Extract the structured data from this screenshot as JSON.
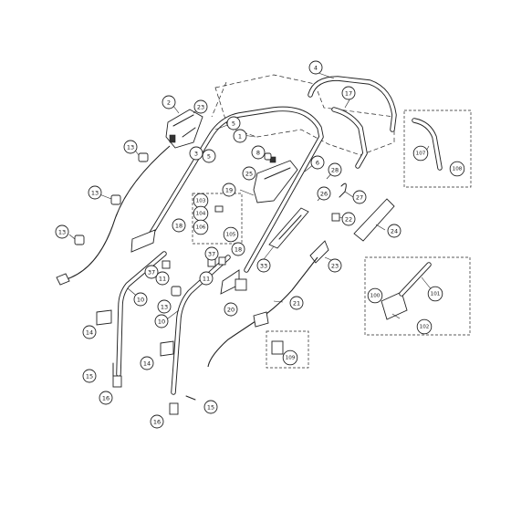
{
  "diagram": {
    "callouts": [
      {
        "id": "c-4",
        "label": "4"
      },
      {
        "id": "c-17",
        "label": "17"
      },
      {
        "id": "c-2",
        "label": "2"
      },
      {
        "id": "c-23",
        "label": "23"
      },
      {
        "id": "c-5a",
        "label": "5"
      },
      {
        "id": "c-1",
        "label": "1"
      },
      {
        "id": "c-3",
        "label": "3"
      },
      {
        "id": "c-5b",
        "label": "5"
      },
      {
        "id": "c-13a",
        "label": "13"
      },
      {
        "id": "c-8",
        "label": "8"
      },
      {
        "id": "c-6",
        "label": "6"
      },
      {
        "id": "c-28",
        "label": "28"
      },
      {
        "id": "c-25",
        "label": "25"
      },
      {
        "id": "c-13b",
        "label": "13"
      },
      {
        "id": "c-19",
        "label": "19"
      },
      {
        "id": "c-26",
        "label": "26"
      },
      {
        "id": "c-27",
        "label": "27"
      },
      {
        "id": "c-103",
        "label": "103"
      },
      {
        "id": "c-104",
        "label": "104"
      },
      {
        "id": "c-106",
        "label": "106"
      },
      {
        "id": "c-105",
        "label": "105"
      },
      {
        "id": "c-22",
        "label": "22"
      },
      {
        "id": "c-24",
        "label": "24"
      },
      {
        "id": "c-13c",
        "label": "13"
      },
      {
        "id": "c-18a",
        "label": "18"
      },
      {
        "id": "c-37a",
        "label": "37"
      },
      {
        "id": "c-18b",
        "label": "18"
      },
      {
        "id": "c-33",
        "label": "33"
      },
      {
        "id": "c-23b",
        "label": "23"
      },
      {
        "id": "c-11a",
        "label": "11"
      },
      {
        "id": "c-11b",
        "label": "11"
      },
      {
        "id": "c-37b",
        "label": "37"
      },
      {
        "id": "c-10a",
        "label": "10"
      },
      {
        "id": "c-13d",
        "label": "13"
      },
      {
        "id": "c-20",
        "label": "20"
      },
      {
        "id": "c-21",
        "label": "21"
      },
      {
        "id": "c-10b",
        "label": "10"
      },
      {
        "id": "c-14a",
        "label": "14"
      },
      {
        "id": "c-14b",
        "label": "14"
      },
      {
        "id": "c-109",
        "label": "109"
      },
      {
        "id": "c-15a",
        "label": "15"
      },
      {
        "id": "c-16a",
        "label": "16"
      },
      {
        "id": "c-15b",
        "label": "15"
      },
      {
        "id": "c-16b",
        "label": "16"
      },
      {
        "id": "c-107",
        "label": "107"
      },
      {
        "id": "c-108",
        "label": "108"
      },
      {
        "id": "c-100",
        "label": "100"
      },
      {
        "id": "c-101",
        "label": "101"
      },
      {
        "id": "c-102",
        "label": "102"
      }
    ]
  }
}
